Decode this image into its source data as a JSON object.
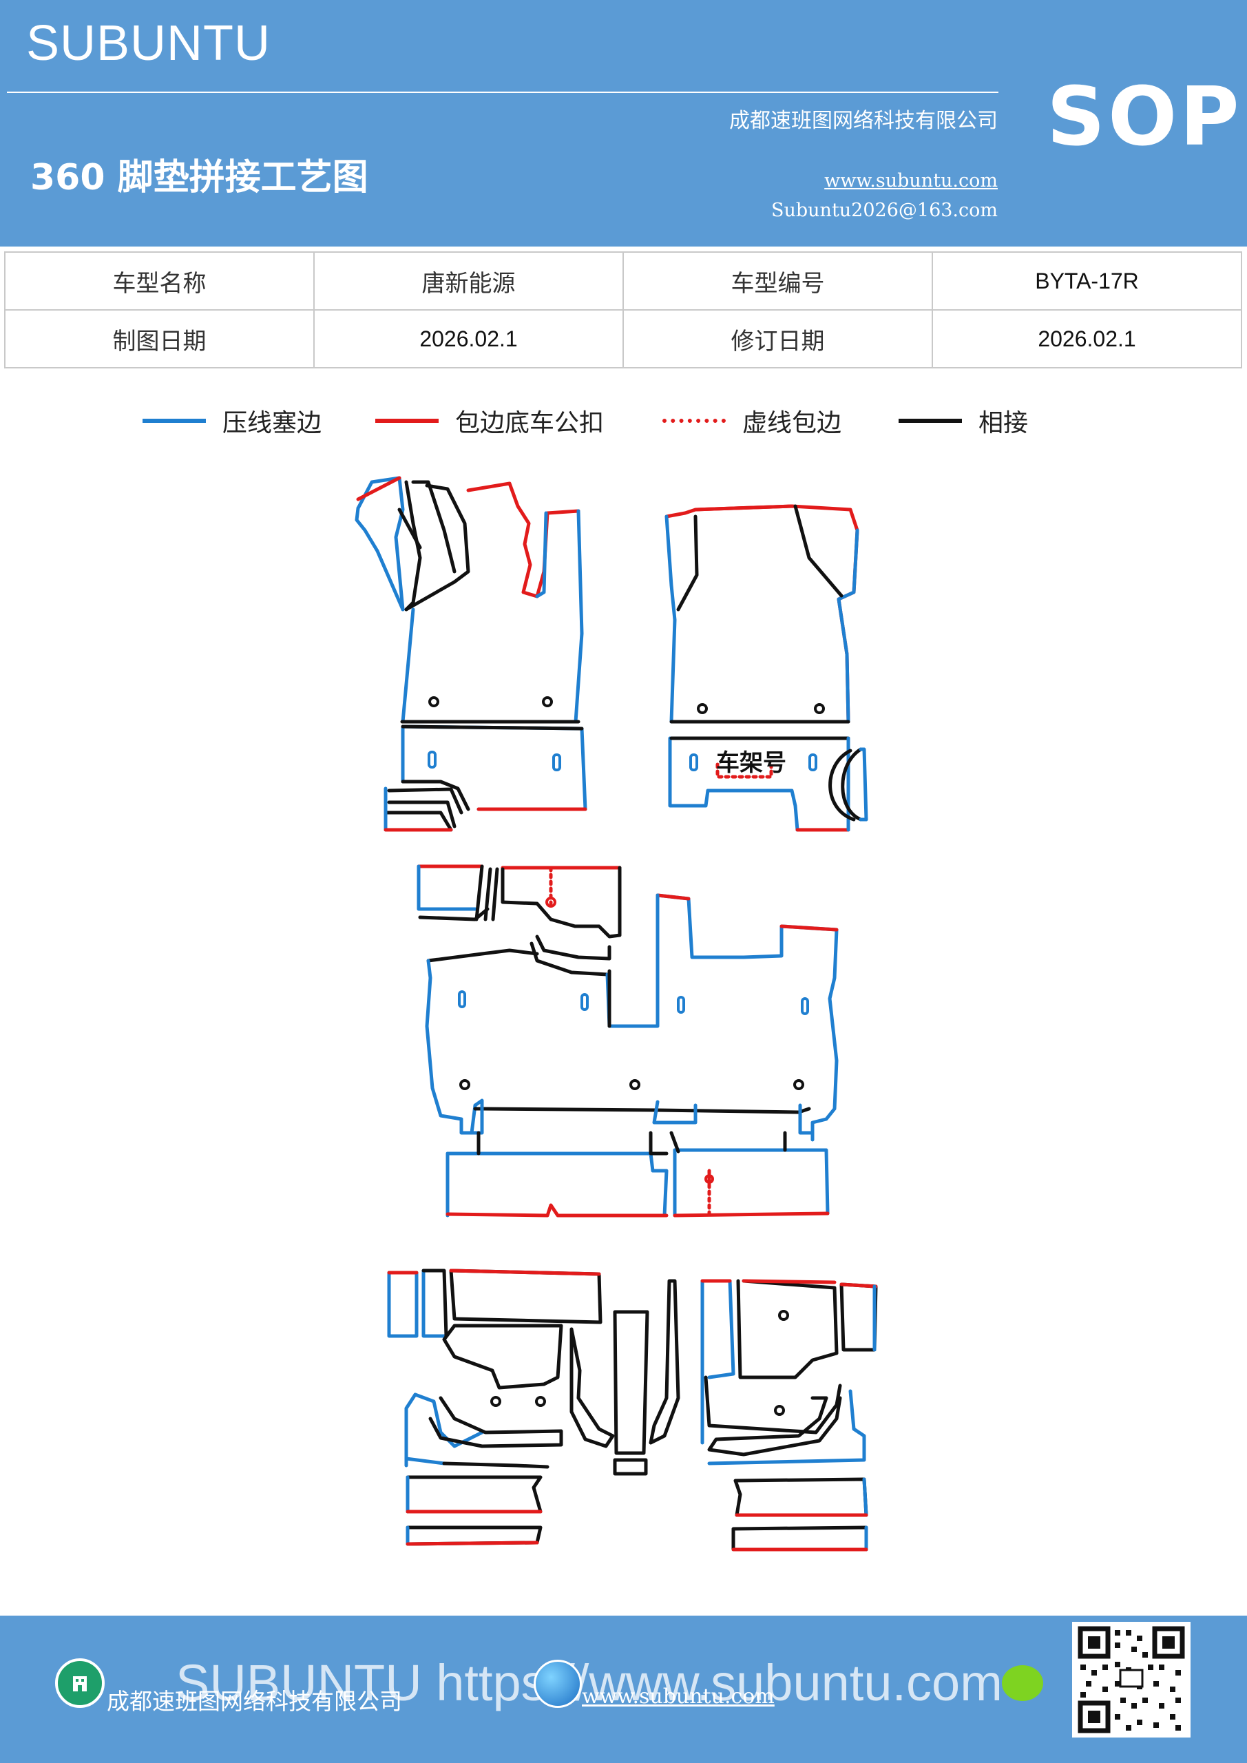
{
  "header": {
    "brand": "SUBUNTU",
    "company": "成都速班图网络科技有限公司",
    "doc_title": "360 脚垫拼接工艺图",
    "website": "www.subuntu.com",
    "email": "Subuntu2026@163.com",
    "badge": "SOP"
  },
  "info_table": {
    "row1": {
      "label1": "车型名称",
      "value1": "唐新能源",
      "label2": "车型编号",
      "value2": "BYTA-17R"
    },
    "row2": {
      "label1": "制图日期",
      "value1": "2026.02.1",
      "label2": "修订日期",
      "value2": "2026.02.1"
    }
  },
  "legend": [
    {
      "label": "压线塞边",
      "color": "#1f7fd0",
      "style": "solid"
    },
    {
      "label": "包边底车公扣",
      "color": "#e21b1b",
      "style": "solid"
    },
    {
      "label": "虚线包边",
      "color": "#e21b1b",
      "style": "dotted"
    },
    {
      "label": "相接",
      "color": "#111111",
      "style": "solid"
    }
  ],
  "diagram": {
    "frame_label": "车架号",
    "colors": {
      "blue": "#1f7fd0",
      "red": "#e21b1b",
      "black": "#111111"
    }
  },
  "footer": {
    "company": "成都速班图网络科技有限公司",
    "website": "www.subuntu.com",
    "watermark": "SUBUNTU https://www.subuntu.com",
    "icons": [
      "building-icon",
      "globe-icon",
      "wechat-icon",
      "qr-code"
    ]
  }
}
